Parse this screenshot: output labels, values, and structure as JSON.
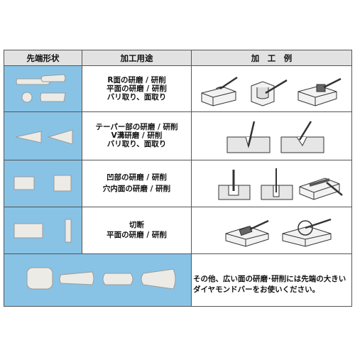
{
  "header": {
    "tip_shape": "先端形状",
    "usage": "加工用途",
    "example": "加　工　例"
  },
  "rows": [
    {
      "usage_lines": [
        "R面の研磨 / 研削",
        "平面の研磨 / 研削",
        "バリ取り、面取り"
      ]
    },
    {
      "usage_lines": [
        "テーパー部の研磨 / 研削",
        "V溝研磨 / 研削",
        "バリ取り、面取り"
      ]
    },
    {
      "usage_lines": [
        "凹部の研磨 / 研削",
        "穴内面の研磨 / 研削"
      ]
    },
    {
      "usage_lines": [
        "切断",
        "平面の研磨 / 研削"
      ]
    }
  ],
  "note": "その他、広い面の研磨･研削には先端の大きいダイヤモンドバーをお使いください。",
  "colors": {
    "shape_bg": "#88c3e6",
    "tip_fill": "#ecebe6",
    "header_bg": "#e2e2e2",
    "border": "#555555"
  }
}
